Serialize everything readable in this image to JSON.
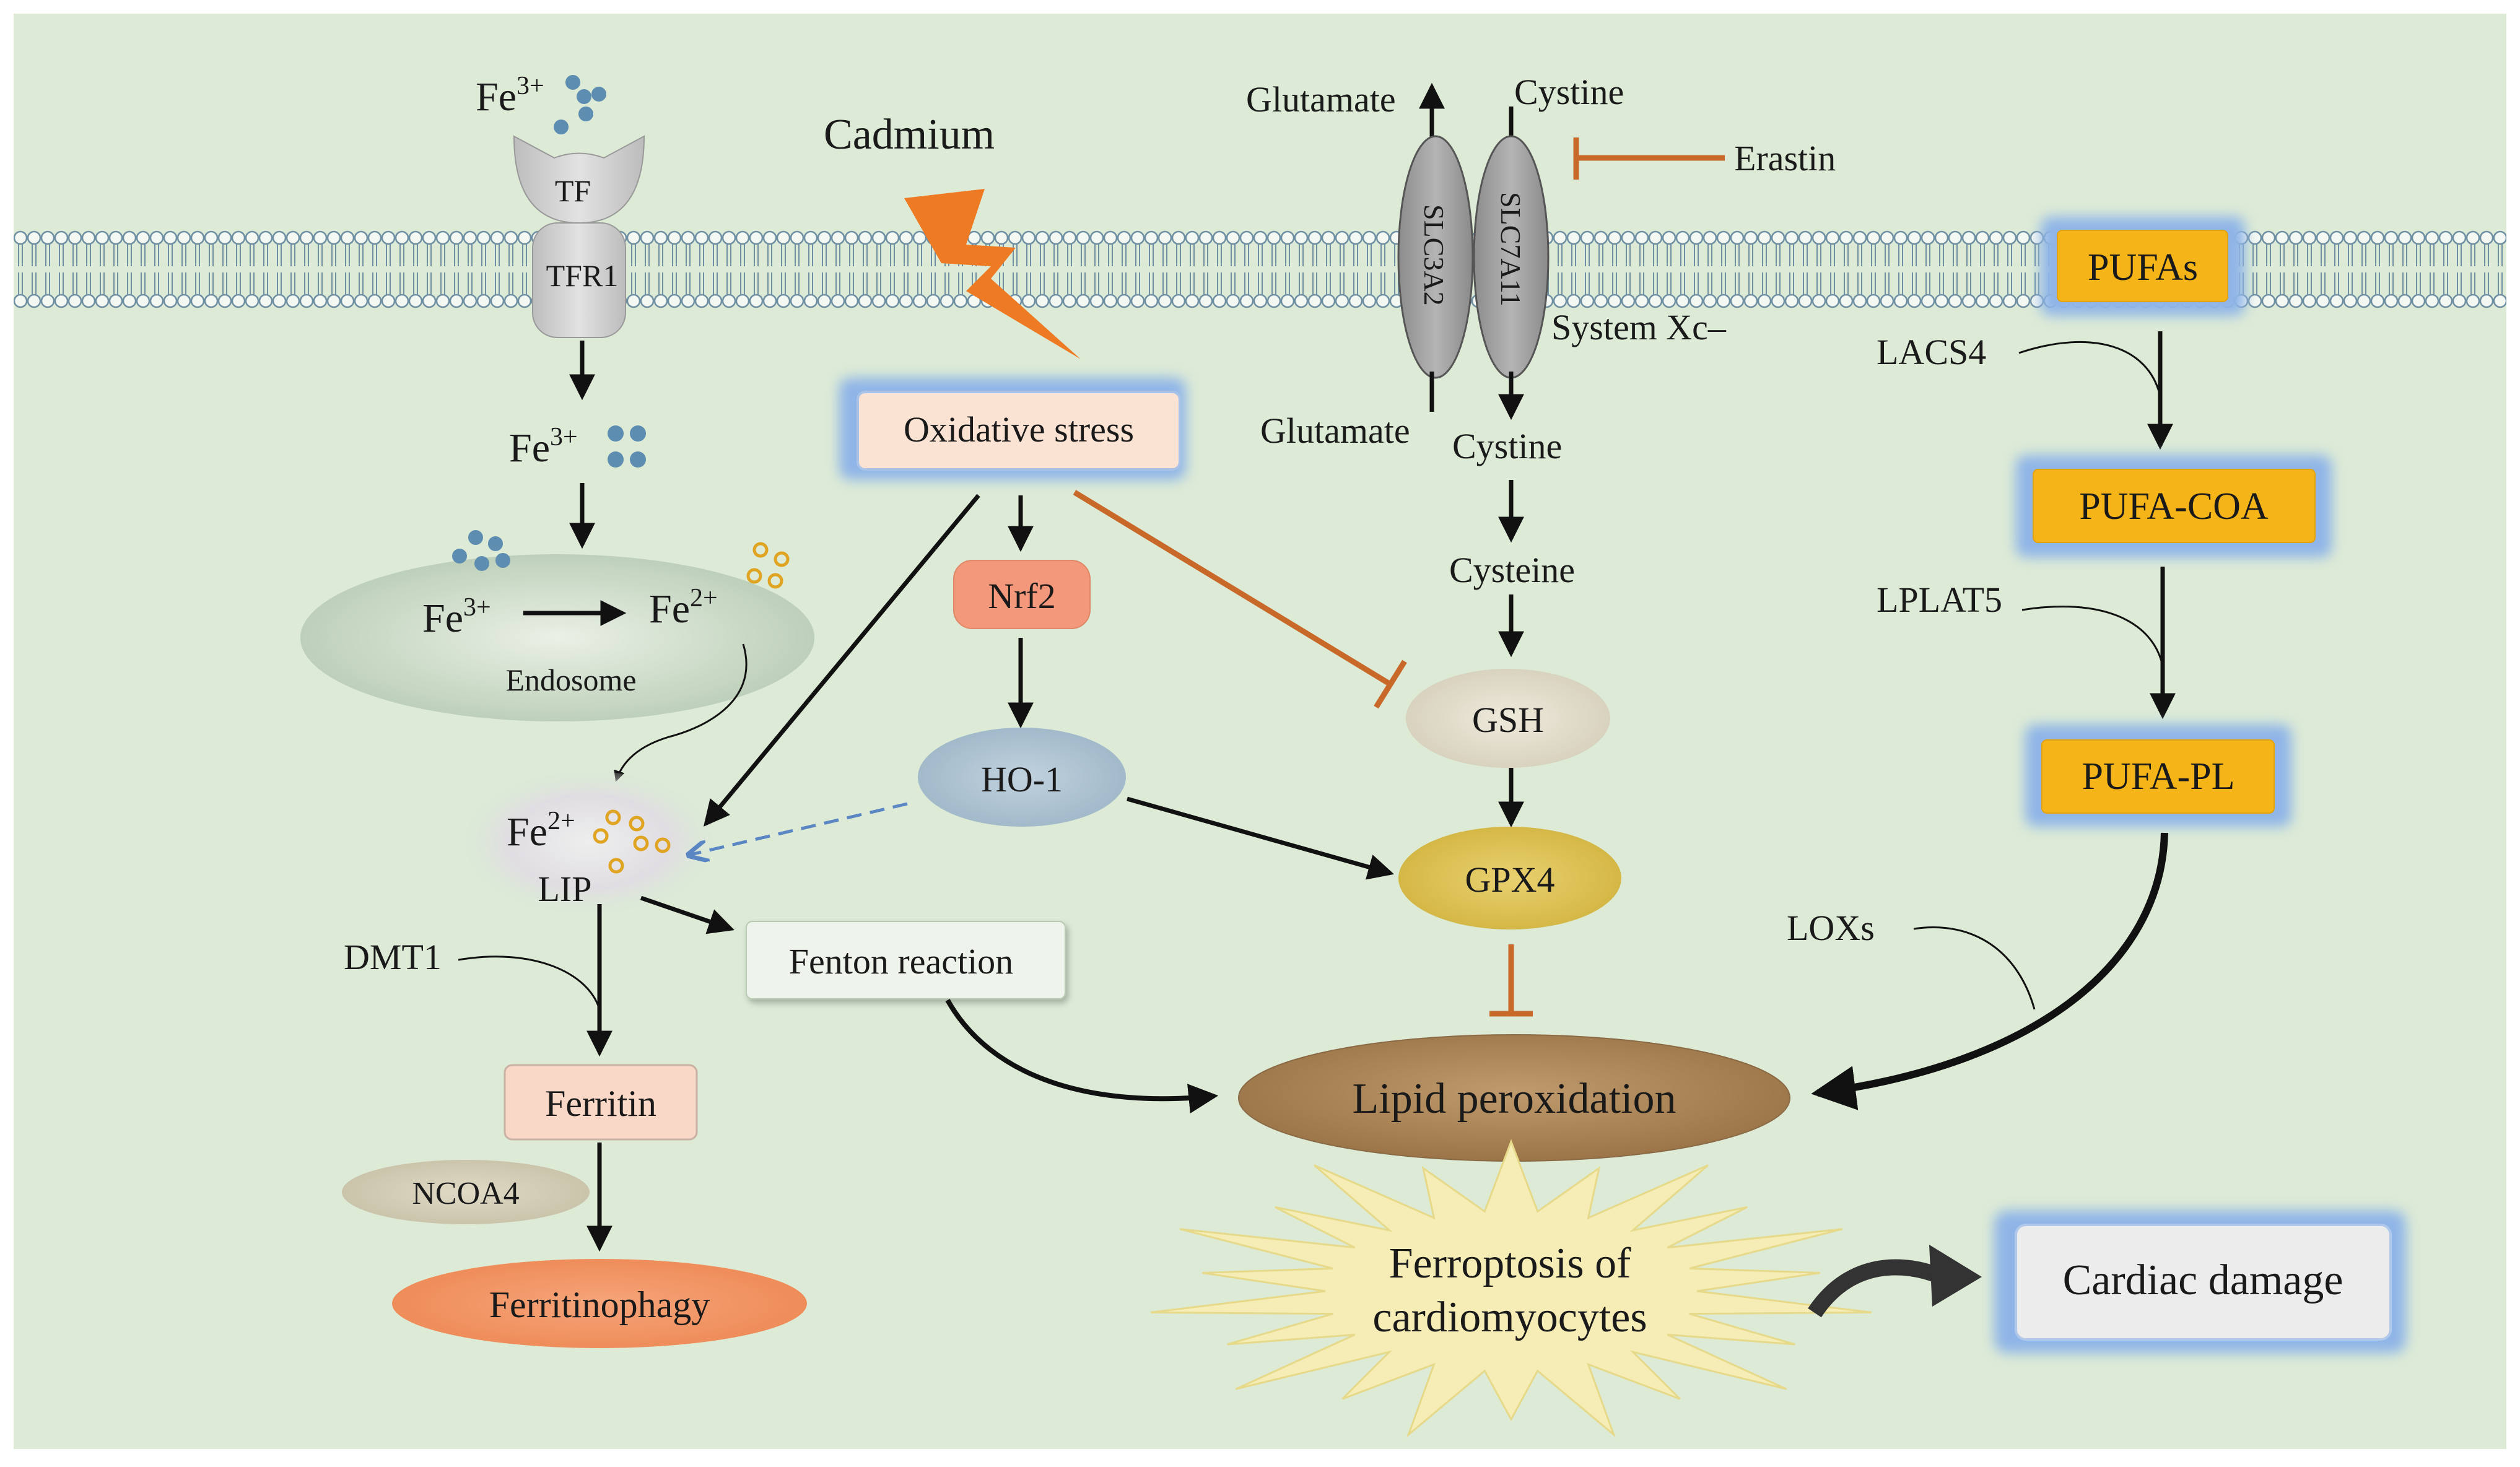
{
  "colors": {
    "background": "#dcead6",
    "membrane_head": "#f4f8f2",
    "membrane_outline": "#6f8fa3",
    "arrow": "#111111",
    "inhibit": "#c8692a",
    "dashed": "#5a86c4",
    "fe3_dot": "#5d8db0",
    "fe2_dot": "#e0a423",
    "pufa_box": "#f5b417",
    "pufa_glow": "#8fb5e8",
    "lipid": "#a98356",
    "ferroptosis_star": "#f5edb5",
    "lightning": "#ef7a24"
  },
  "icons": {
    "lightning": "lightning-bolt-icon",
    "fe3_dots": "iron-ion-dots-blue",
    "fe2_dots": "iron-ion-dots-yellow"
  },
  "labels": {
    "fe3_top": "Fe",
    "fe3_top_sup": "3+",
    "tf": "TF",
    "tfr1": "TFR1",
    "fe3_mid": "Fe",
    "fe3_mid_sup": "3+",
    "endo_fe3": "Fe",
    "endo_fe3_sup": "3+",
    "endo_fe2": "Fe",
    "endo_fe2_sup": "2+",
    "endosome": "Endosome",
    "lip_fe2": "Fe",
    "lip_fe2_sup": "2+",
    "lip": "LIP",
    "dmt1": "DMT1",
    "ferritin": "Ferritin",
    "ncoa4": "NCOA4",
    "ferritinophagy": "Ferritinophagy",
    "cadmium": "Cadmium",
    "oxidative_stress": "Oxidative stress",
    "nrf2": "Nrf2",
    "ho1": "HO-1",
    "fenton": "Fenton reaction",
    "glutamate_top": "Glutamate",
    "cystine_top": "Cystine",
    "erastin": "Erastin",
    "slc3a2": "SLC3A2",
    "slc7a11": "SLC7A11",
    "system_xc": "System Xc–",
    "glutamate_bottom": "Glutamate",
    "cystine_bottom": "Cystine",
    "cysteine": "Cysteine",
    "gsh": "GSH",
    "gpx4": "GPX4",
    "lipid_peroxidation": "Lipid peroxidation",
    "ferroptosis_line1": "Ferroptosis of",
    "ferroptosis_line2": "cardiomyocytes",
    "cardiac_damage": "Cardiac damage",
    "pufas": "PUFAs",
    "lacs4": "LACS4",
    "pufa_coa": "PUFA-COA",
    "lplat5": "LPLAT5",
    "pufa_pl": "PUFA-PL",
    "loxs": "LOXs"
  }
}
